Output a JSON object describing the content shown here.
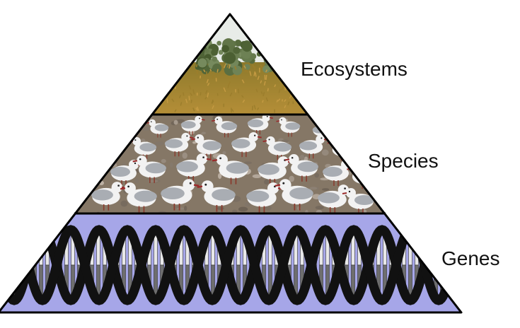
{
  "pyramid": {
    "tiers": [
      {
        "id": "ecosystems",
        "label": "Ecosystems",
        "depicts": "grassland-shrubland"
      },
      {
        "id": "species",
        "label": "Species",
        "depicts": "flock-of-gulls"
      },
      {
        "id": "genes",
        "label": "Genes",
        "depicts": "dna-double-helix"
      }
    ]
  },
  "colors": {
    "outline": "#000000",
    "grass": "#b08a2e",
    "shrub": "#6f7a3a",
    "sky": "#e6ebe6",
    "gull_body": "#f2f2f2",
    "gull_wing": "#a9adb3",
    "gravel": "#8a7b6a",
    "gene_bg": "#a6a6e8",
    "helix": "#111111",
    "rung_light": "#e8e8e8",
    "rung_dark": "#6e6e6e"
  }
}
